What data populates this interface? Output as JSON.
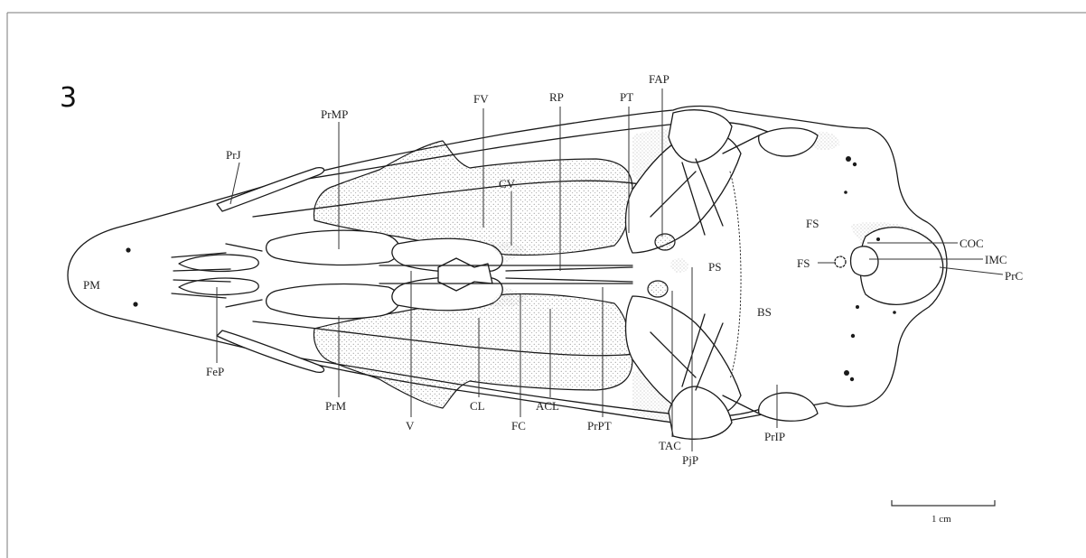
{
  "figure": {
    "panel_number": "3",
    "scale_bar_label": "1 cm",
    "labels": {
      "PM": "PM",
      "PrJ": "PrJ",
      "PrMP": "PrMP",
      "FV": "FV",
      "RP": "RP",
      "PT": "PT",
      "FAP": "FAP",
      "CV": "CV",
      "FS": "FS",
      "FS2": "FS",
      "COC": "COC",
      "IMC": "IMC",
      "PrC": "PrC",
      "PS": "PS",
      "BS": "BS",
      "FeP": "FeP",
      "PrM": "PrM",
      "V": "V",
      "CL": "CL",
      "FC": "FC",
      "ACL": "ACL",
      "PrPT": "PrPT",
      "TAC": "TAC",
      "PjP": "PjP",
      "PrIP": "PrIP"
    }
  }
}
